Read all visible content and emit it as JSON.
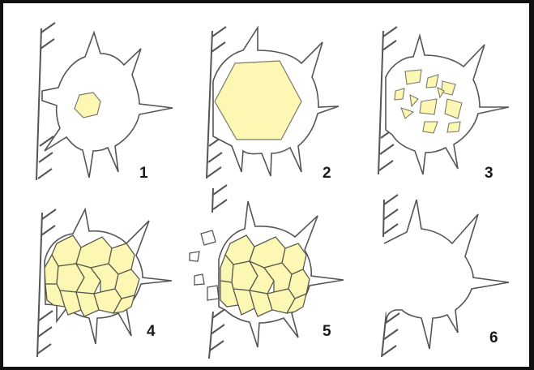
{
  "panels": [
    {
      "label": "1"
    },
    {
      "label": "2"
    },
    {
      "label": "3"
    },
    {
      "label": "4"
    },
    {
      "label": "5"
    },
    {
      "label": "6"
    }
  ],
  "colors": {
    "cell_fill": "#ffffff",
    "cell_stroke": "#555555",
    "crystal_fill": "#fdf7b4",
    "crystal_stroke": "#7a7a6a",
    "wall_stroke": "#555555"
  }
}
